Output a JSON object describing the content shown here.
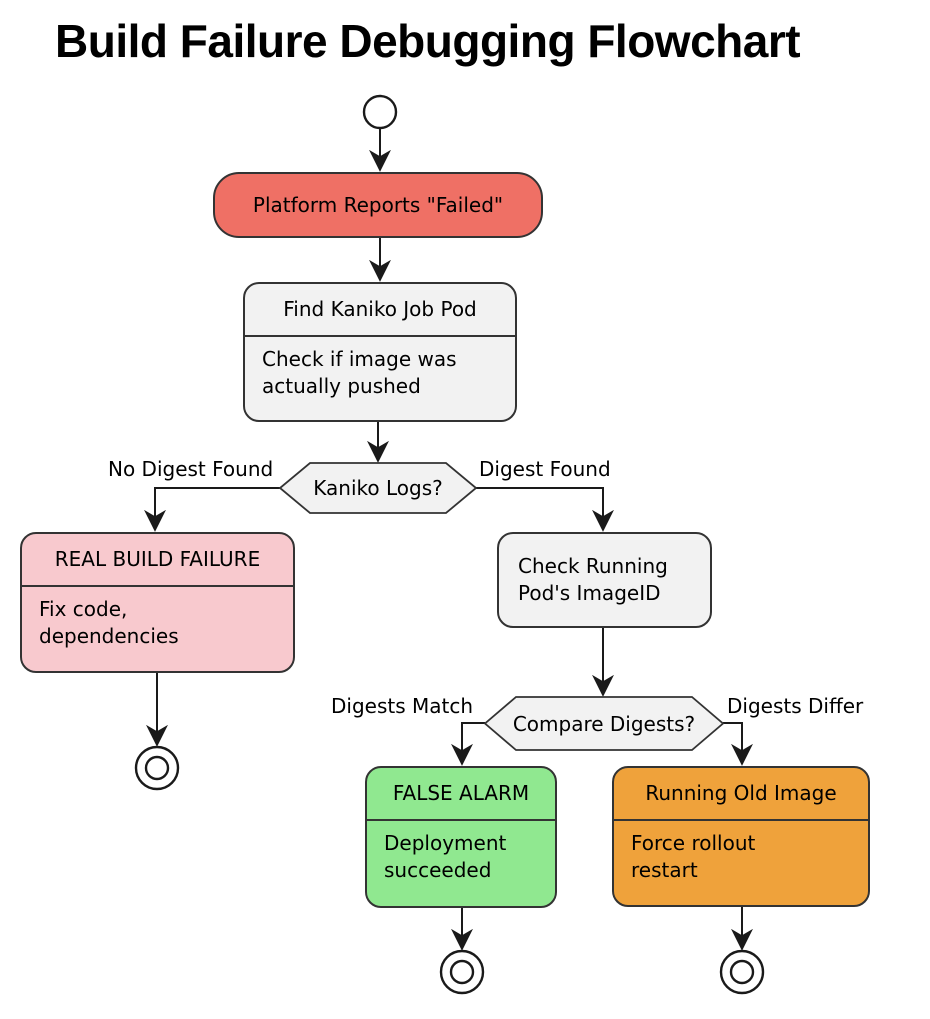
{
  "title": "Build Failure Debugging Flowchart",
  "diagram_type": "flowchart",
  "colors": {
    "failed_red": "#EF7065",
    "failure_pink": "#F8C9CE",
    "neutral_gray": "#F2F2F2",
    "success_green": "#90E890",
    "warning_orange": "#EFA23B",
    "border": "#333333",
    "edge": "#1a1a1a"
  },
  "nodes": {
    "start": {
      "shape": "start-circle"
    },
    "platform_failed": {
      "label": "Platform Reports \"Failed\""
    },
    "find_kaniko": {
      "title": "Find Kaniko Job Pod",
      "body": "Check if image was\nactually pushed"
    },
    "kaniko_logs": {
      "label": "Kaniko Logs?",
      "shape": "hexagon"
    },
    "real_build_failure": {
      "title": "REAL BUILD FAILURE",
      "body": "Fix code,\ndependencies"
    },
    "check_running_pod": {
      "label": "Check Running\nPod's ImageID"
    },
    "compare_digests": {
      "label": "Compare Digests?",
      "shape": "hexagon"
    },
    "false_alarm": {
      "title": "FALSE ALARM",
      "body": "Deployment\nsucceeded"
    },
    "running_old_image": {
      "title": "Running Old Image",
      "body": "Force rollout\nrestart"
    },
    "end_left": {
      "shape": "end-circle"
    },
    "end_center": {
      "shape": "end-circle"
    },
    "end_right": {
      "shape": "end-circle"
    }
  },
  "edge_labels": {
    "no_digest_found": "No Digest Found",
    "digest_found": "Digest Found",
    "digests_match": "Digests Match",
    "digests_differ": "Digests Differ"
  }
}
